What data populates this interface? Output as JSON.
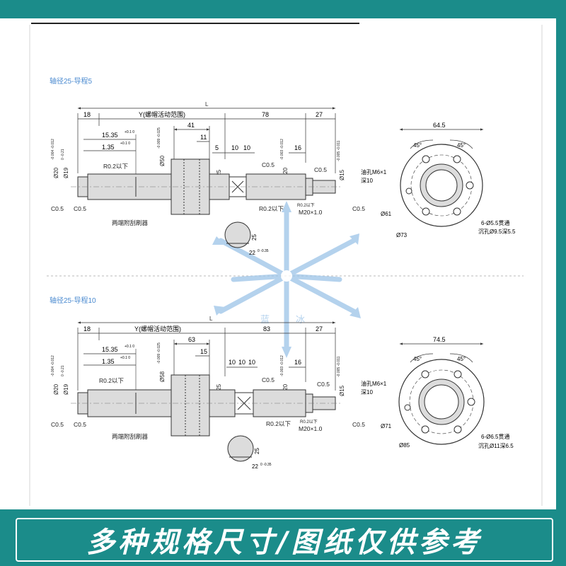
{
  "banner": {
    "text": "多种规格尺寸/图纸仅供参考"
  },
  "watermark": {
    "char1": "蓝",
    "char2": "冰"
  },
  "colors": {
    "teal": "#1b8c8a",
    "line": "#333333",
    "part": "#dcdcdc",
    "watermark": "#9cc3e8",
    "heading": "#4a8ad0"
  },
  "upper": {
    "heading": "轴径25-导程5",
    "dims": {
      "L": "L",
      "d18": "18",
      "Y": "Y(螺帽活动范围)",
      "d78": "78",
      "d27": "27",
      "d41": "41",
      "d11": "11",
      "d5": "5",
      "d10a": "10",
      "d10b": "10",
      "d16": "16",
      "d1535": "15.35",
      "d1535tol": "+0.1 0",
      "d135": "1.35",
      "d135tol": "+0.1 0",
      "dia20": "Ø20",
      "dia20tol": "-0.004 -0.012",
      "dia19": "Ø19",
      "dia19tol": "0 -0.21",
      "dia50": "Ø50",
      "dia50tol": "-0.009 -0.025",
      "dia25": "Ø25",
      "dia20b": "Ø20",
      "dia20btol": "-0.003 -0.012",
      "dia15": "Ø15",
      "dia15tol": "-0.005 -0.011",
      "r02a": "R0.2以下",
      "r02b": "R0.2以下",
      "r02c": "R0.2以下",
      "c05a": "C0.5",
      "c05b": "C0.5",
      "c05c": "C0.5",
      "c05d": "C0.5",
      "c05e": "C0.5",
      "m20": "M20×1.0",
      "wiper": "两端附刮刷器",
      "key25": "25",
      "key22": "22",
      "key22tol": "0 -0.35"
    },
    "flange": {
      "width": "64.5",
      "a1": "45°",
      "a2": "45°",
      "oil": "油孔M6×1",
      "oilDepth": "深10",
      "pcd": "Ø61",
      "od": "Ø73",
      "holes": "6-Ø5.5贯通",
      "cbore": "沉孔Ø9.5深5.5"
    }
  },
  "lower": {
    "heading": "轴径25-导程10",
    "dims": {
      "L": "L",
      "d18": "18",
      "Y": "Y(螺帽活动范围)",
      "d83": "83",
      "d27": "27",
      "d63": "63",
      "d15": "15",
      "d10a": "10",
      "d10b": "10",
      "d10c": "10",
      "d16": "16",
      "d1535": "15.35",
      "d1535tol": "+0.1 0",
      "d135": "1.35",
      "d135tol": "+0.1 0",
      "dia20": "Ø20",
      "dia20tol": "-0.004 -0.012",
      "dia19": "Ø19",
      "dia19tol": "0 -0.21",
      "dia58": "Ø58",
      "dia58tol": "-0.009 -0.025",
      "dia25": "Ø25",
      "dia20b": "Ø20",
      "dia20btol": "-0.003 -0.012",
      "dia15": "Ø15",
      "dia15tol": "-0.005 -0.011",
      "r02a": "R0.2以下",
      "r02b": "R0.2以下",
      "r02c": "R0.2以下",
      "c05a": "C0.5",
      "c05b": "C0.5",
      "c05c": "C0.5",
      "c05d": "C0.5",
      "c05e": "C0.5",
      "m20": "M20×1.0",
      "wiper": "两端附刮刷器",
      "key25": "25",
      "key22": "22",
      "key22tol": "0 -0.35"
    },
    "flange": {
      "width": "74.5",
      "a1": "45°",
      "a2": "45°",
      "oil": "油孔M6×1",
      "oilDepth": "深10",
      "pcd": "Ø71",
      "od": "Ø85",
      "holes": "6-Ø6.5贯通",
      "cbore": "沉孔Ø11深6.5"
    }
  }
}
